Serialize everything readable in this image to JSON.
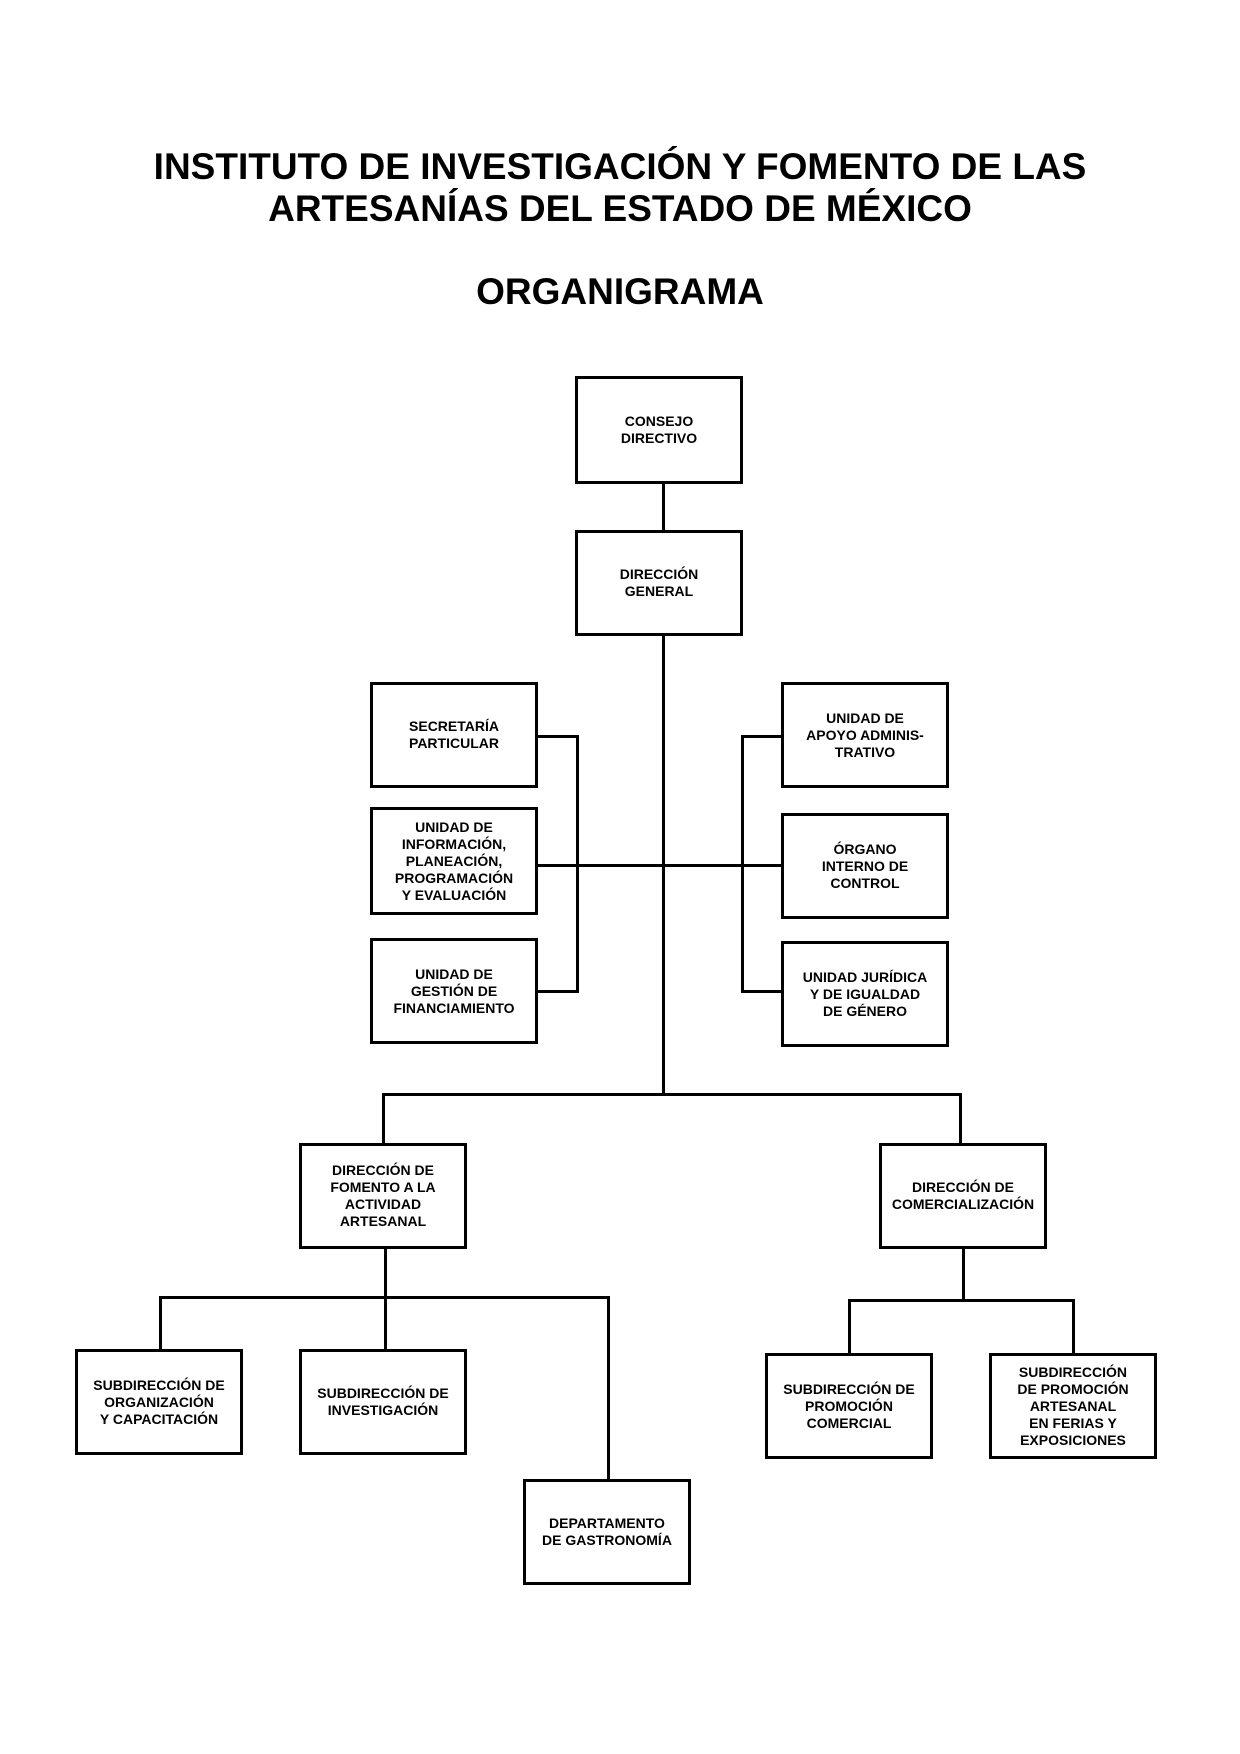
{
  "header": {
    "title_line_1": "INSTITUTO DE INVESTIGACIÓN Y FOMENTO DE LAS",
    "title_line_2": "ARTESANÍAS DEL ESTADO DE MÉXICO",
    "subtitle": "ORGANIGRAMA"
  },
  "nodes": {
    "consejo": "CONSEJO\nDIRECTIVO",
    "direccion_general": "DIRECCIÓN\nGENERAL",
    "secretaria": "SECRETARÍA\nPARTICULAR",
    "informacion": "UNIDAD DE\nINFORMACIÓN,\nPLANEACIÓN,\nPROGRAMACIÓN\nY EVALUACIÓN",
    "financiamiento": "UNIDAD DE\nGESTIÓN DE\nFINANCIAMIENTO",
    "apoyo": "UNIDAD DE\nAPOYO ADMINIS-\nTRATIVO",
    "organo": "ÓRGANO\nINTERNO DE\nCONTROL",
    "juridica": "UNIDAD JURÍDICA\nY DE IGUALDAD\nDE GÉNERO",
    "fomento": "DIRECCIÓN DE\nFOMENTO A LA\nACTIVIDAD\nARTESANAL",
    "comercializacion": "DIRECCIÓN DE\nCOMERCIALIZACIÓN",
    "organizacion": "SUBDIRECCIÓN DE\nORGANIZACIÓN\nY CAPACITACIÓN",
    "investigacion": "SUBDIRECCIÓN DE\nINVESTIGACIÓN",
    "gastronomia": "DEPARTAMENTO\nDE GASTRONOMÍA",
    "promocion_comercial": "SUBDIRECCIÓN DE\nPROMOCIÓN\nCOMERCIAL",
    "promocion_artesanal": "SUBDIRECCIÓN\nDE PROMOCIÓN\nARTESANAL\nEN FERIAS Y\nEXPOSICIONES"
  }
}
